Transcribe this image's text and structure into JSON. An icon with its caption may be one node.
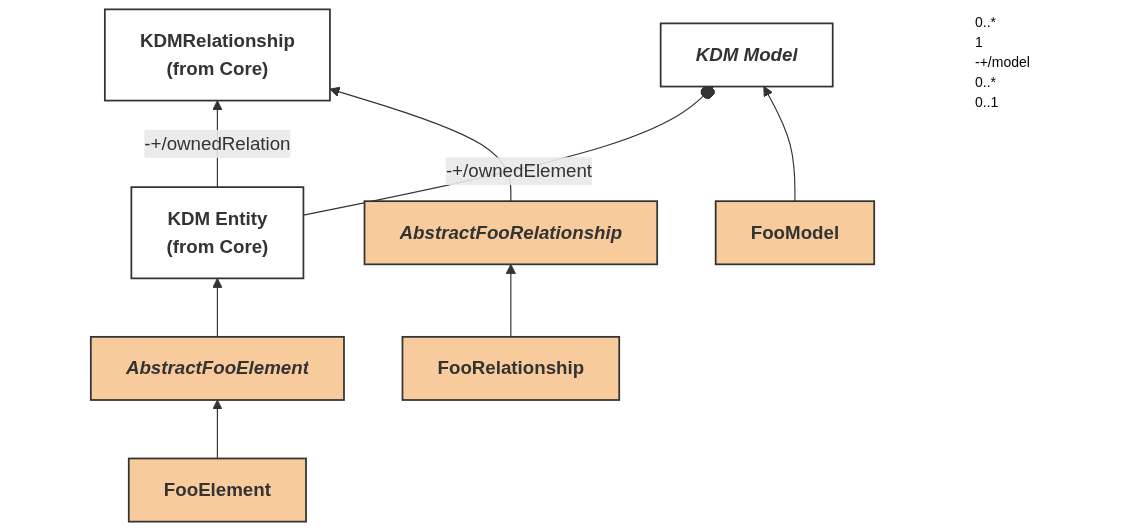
{
  "diagram": {
    "nodes": [
      {
        "text": [
          "KDMRelationship",
          "(from Core)"
        ]
      },
      {
        "text": [
          "KDM Model"
        ]
      },
      {
        "text": [
          "KDM Entity",
          "(from Core)"
        ]
      },
      {
        "text": [
          "AbstractFooRelationship"
        ]
      },
      {
        "text": [
          "FooModel"
        ]
      },
      {
        "text": [
          "AbstractFooElement"
        ]
      },
      {
        "text": [
          "FooRelationship"
        ]
      },
      {
        "text": [
          "FooElement"
        ]
      }
    ],
    "edges": [
      {
        "from": 2,
        "to": 0,
        "arrow": "to",
        "label": "-+/ownedRelation"
      },
      {
        "from": 1,
        "to": 2,
        "arrow": "other",
        "label": "-+/ownedElement"
      },
      {
        "from": 3,
        "to": 0,
        "arrow": "to"
      },
      {
        "from": 4,
        "to": 1,
        "arrow": "to"
      },
      {
        "from": 5,
        "to": 2,
        "arrow": "to"
      },
      {
        "from": 6,
        "to": 3,
        "arrow": "to"
      },
      {
        "from": 7,
        "to": 5,
        "arrow": "to"
      }
    ],
    "labels": [
      "0..*",
      "1",
      "-+/model",
      "0..*",
      "0..1"
    ]
  }
}
